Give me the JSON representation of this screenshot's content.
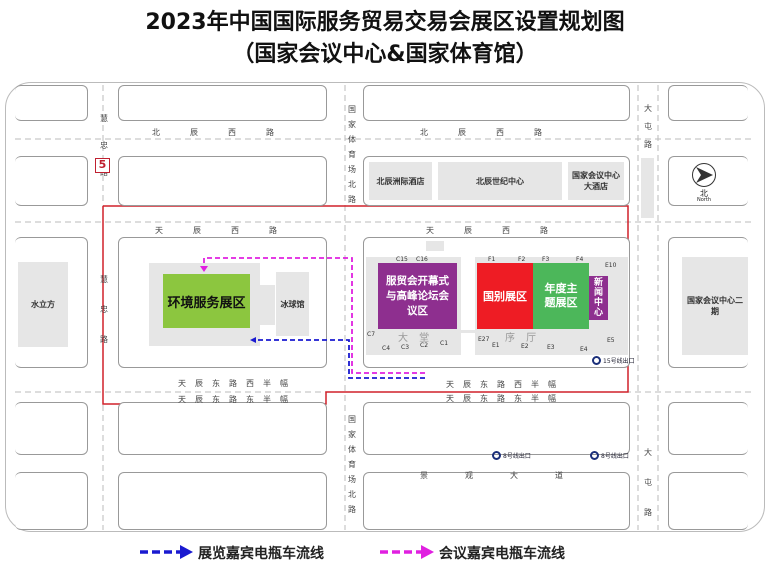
{
  "title": {
    "line1": "2023年中国国际服务贸易交易会展区设置规划图",
    "line2": "（国家会议中心&国家体育馆）"
  },
  "roads": {
    "beichen_xi_top": "北辰西路",
    "beichen_xi_right": "北辰西路",
    "tianchen_xi_left": "天辰西路",
    "tianchen_xi_right": "天辰西路",
    "tianchen_dong_west": "天辰东路西半幅",
    "tianchen_dong_west2": "天辰东路西半幅",
    "tianchen_dong_east": "天辰东路东半幅",
    "tianchen_dong_east2": "天辰东路东半幅",
    "jingguan": "景观大道",
    "huizhong_top": "慧忠路",
    "huizhong_mid": "慧忠路",
    "guojia_top": "国家体育场北路",
    "guojia_bottom": "国家体育场北路",
    "datun_top": "大屯路",
    "datun_bottom": "大屯路"
  },
  "route_badge": "5",
  "buildings": {
    "hotel1": "北辰洲际酒店",
    "center": "北辰世纪中心",
    "hotel2": "国家会议中心大酒店",
    "water_cube": "水立方",
    "ice_hockey": "冰球馆",
    "ncc2": "国家会议中心二期"
  },
  "compass": {
    "label": "北",
    "sub": "North"
  },
  "halls": {
    "env": "环境服务展区",
    "opening": "服贸会开幕式与高峰论坛会议区",
    "country": "国别展区",
    "annual": "年度主题展区",
    "press": "新闻中心",
    "lobby": "大 堂",
    "foyer": "序 厅"
  },
  "doors": [
    "C15",
    "C16",
    "C7",
    "C4",
    "C3",
    "C2",
    "C1",
    "F1",
    "F2",
    "F3",
    "F4",
    "E10",
    "E27",
    "E1",
    "E2",
    "E3",
    "E4",
    "E5"
  ],
  "metro": {
    "line15": "15号线出口",
    "line8a": "8号线出口",
    "line8b": "8号线出口"
  },
  "legend": {
    "blue": "展览嘉宾电瓶车流线",
    "magenta": "会议嘉宾电瓶车流线"
  },
  "colors": {
    "blue": "#1a1ad0",
    "magenta": "#e020e0",
    "red_border": "#d0202a",
    "green_env": "#8cc63f",
    "purple": "#8e2f8f",
    "red": "#ee1c24",
    "green": "#4cb75a"
  }
}
